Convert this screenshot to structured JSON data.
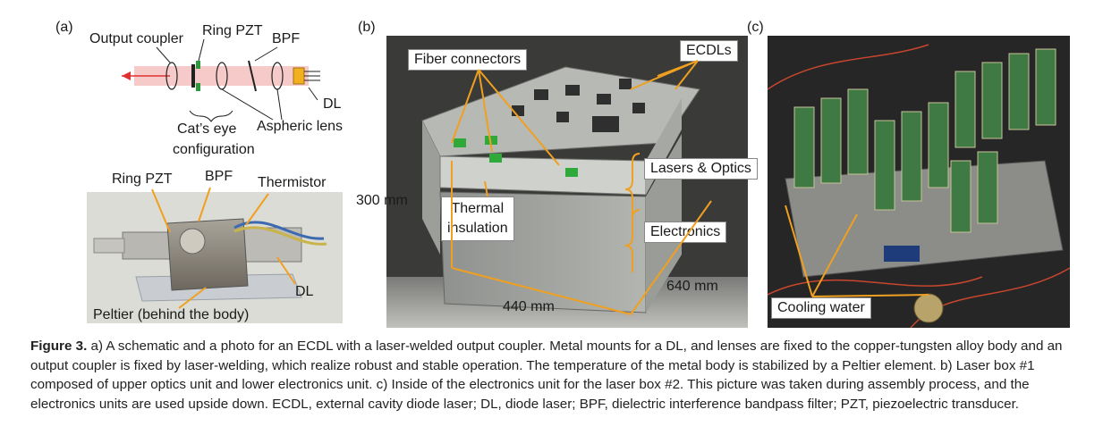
{
  "panels": {
    "a": {
      "tag": "(a)",
      "schematic_labels": {
        "output_coupler": "Output coupler",
        "ring_pzt": "Ring PZT",
        "bpf": "BPF",
        "dl": "DL",
        "cats_eye": "Cat’s eye",
        "configuration": "configuration",
        "aspheric_lens": "Aspheric lens"
      },
      "photo_labels": {
        "ring_pzt": "Ring PZT",
        "bpf": "BPF",
        "thermistor": "Thermistor",
        "dl": "DL",
        "peltier": "Peltier (behind the body)"
      }
    },
    "b": {
      "tag": "(b)",
      "labels": {
        "fiber_connectors": "Fiber connectors",
        "ecdls": "ECDLs",
        "lasers_optics": "Lasers & Optics",
        "electronics": "Electronics",
        "thermal": "Thermal",
        "insulation": "insulation",
        "dim_300": "300 mm",
        "dim_440": "440 mm",
        "dim_640": "640 mm"
      }
    },
    "c": {
      "tag": "(c)",
      "labels": {
        "cooling_water": "Cooling water"
      }
    }
  },
  "caption": {
    "figure_label": "Figure 3.",
    "text": " a) A schematic and a photo for an ECDL with a laser-welded output coupler. Metal mounts for a DL, and lenses are fixed to the copper-tungsten alloy body and an output coupler is fixed by laser-welding, which realize robust and stable operation. The temperature of the metal body is stabilized by a Peltier element. b) Laser box #1 composed of upper optics unit and lower electronics unit. c) Inside of the electronics unit for the laser box #2. This picture was taken during assembly process, and the electronics units are used upside down. ECDL, external cavity diode laser; DL, diode laser; BPF, dielectric interference bandpass filter; PZT, piezoelectric transducer."
  },
  "colors": {
    "arrow_orange": "#f0a020",
    "beam_red": "#e03030",
    "photo_a_bg": "#d6d6d0",
    "photo_b_bg": "#2a2a28",
    "photo_c_bg": "#1c1c1c"
  }
}
